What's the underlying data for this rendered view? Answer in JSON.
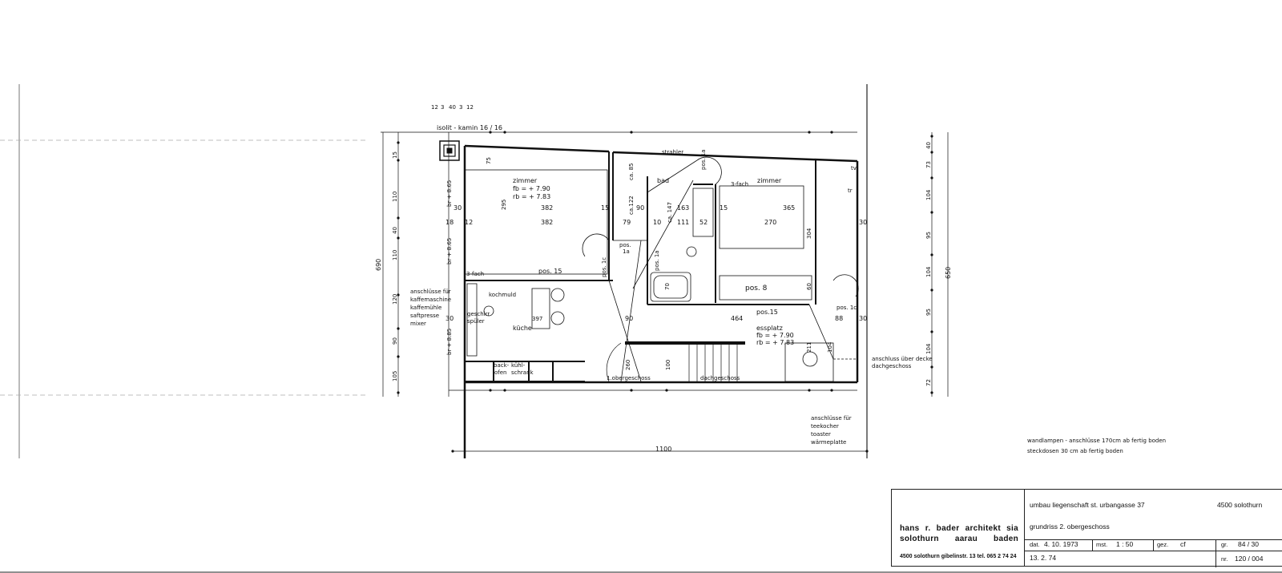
{
  "drawing": {
    "dims_top_small": [
      "12",
      "3",
      "40",
      "3",
      "12"
    ],
    "chimney_label": "isolit - kamin   16 / 16",
    "rooms": {
      "zimmer_left": "zimmer",
      "zimmer_left_fb": "fb = + 7.90",
      "zimmer_left_rb": "rb = + 7.83",
      "bad": "bad",
      "strahler": "strahler",
      "zimmer_right": "zimmer",
      "dreifach_right": "3-fach",
      "dreifach_left": "3-fach",
      "kueche": "küche",
      "essplatz": "essplatz",
      "essplatz_fb": "fb = + 7.90",
      "essplatz_rb": "rb = + 7.83",
      "pos15_a": "pos. 15",
      "pos15_b": "pos.15",
      "pos8": "pos. 8",
      "pos1a_a": "pos. 1a",
      "pos1a_b": "pos.",
      "pos1a_b2": "1a",
      "pos1a_c": "pos. 1a",
      "pos1c_a": "pos. 1c",
      "pos1c_b": "pos. 1c",
      "backofen_1": "back-",
      "backofen_2": "ofen",
      "kuehl_1": "kühl-",
      "kuehl_2": "schrank",
      "geschirr_1": "geschirr",
      "geschirr_2": "spüler",
      "kochmulde": "kochmuld",
      "stair_1": "1.obergeschoss",
      "stair_2": "dachgeschoss",
      "tv": "tv",
      "tr": "tr"
    },
    "notes": {
      "left": [
        "anschlüsse für",
        "kaffemaschine",
        "kaffemühle",
        "saftpresse",
        "mixer"
      ],
      "bottom": [
        "anschlüsse für",
        "teekocher",
        "toaster",
        "wärmeplatte"
      ],
      "right": [
        "anschluss über decke",
        "dachgeschoss"
      ],
      "general": [
        "wandlampen - anschlüsse  170cm  ab  fertig  boden",
        "steckdosen  30 cm  ab  fertig  boden"
      ]
    },
    "dims": {
      "left_total": "690",
      "left_chain": [
        "15",
        "110",
        "40",
        "110",
        "120",
        "90",
        "105"
      ],
      "left_br_1": "br + 8.65",
      "left_br_2": "br + 8.65",
      "left_br_3": "br + 8.85",
      "right_total": "650",
      "right_chain": [
        "40",
        "73",
        "104",
        "95",
        "104",
        "95",
        "104",
        "72"
      ],
      "bottom_total": "1100",
      "w382a": "382",
      "w382b": "382",
      "w365": "365",
      "w270": "270",
      "w163": "163",
      "w111": "111",
      "w90": "90",
      "w79": "79",
      "w464": "464",
      "w304": "304",
      "w295": "295",
      "w397": "397",
      "w260": "260",
      "w211": "211",
      "w147": "ca. 147",
      "w122": "ca.122",
      "w85": "ca. 85",
      "w15": "15",
      "w30": "30",
      "w10": "10",
      "w18": "18",
      "w12": "12",
      "w52": "52",
      "w60": "60",
      "w70": "70",
      "w88": "88",
      "w100": "100",
      "w104": "104",
      "w75": "75"
    }
  },
  "title_block": {
    "firm_line1": "hans  r.  bader   architekt  sia",
    "firm_line2": "solothurn      aarau      baden",
    "firm_address": "4500 solothurn gibelinstr. 13 tel. 065 2 74 24",
    "project": "umbau  liegenschaft  st. urbangasse  37",
    "city": "4500  solothurn",
    "sheet": "grundriss  2. obergeschoss",
    "date_label": "dat.",
    "date": "4. 10. 1973",
    "scale_label": "mst.",
    "scale": "1 : 50",
    "drawn_label": "gez.",
    "drawn": "cf",
    "size_label": "gr.",
    "size": "84 / 30",
    "revision": "13. 2. 74",
    "number_label": "nr.",
    "number": "120 / 004"
  }
}
